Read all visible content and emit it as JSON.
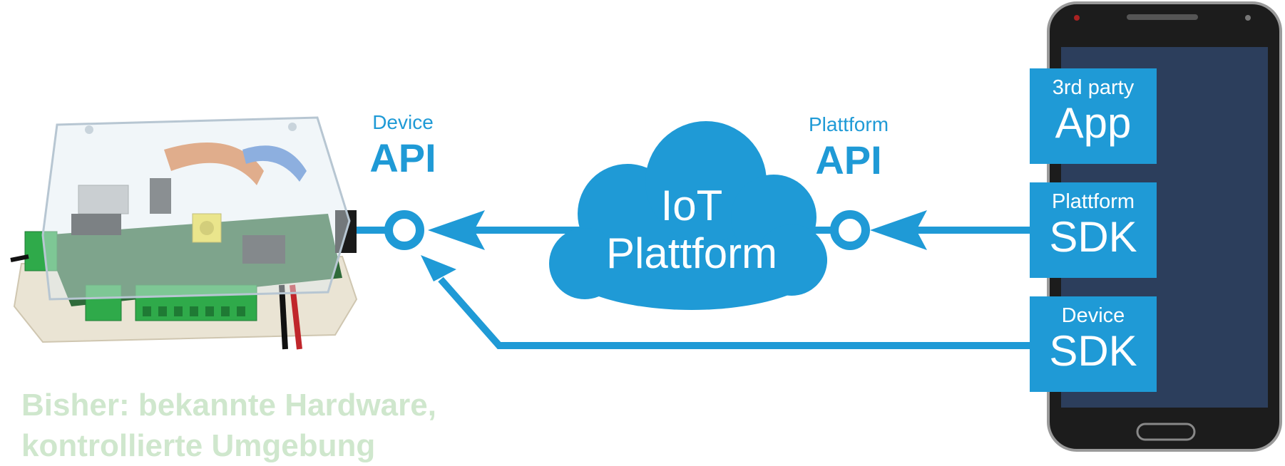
{
  "device_api": {
    "small": "Device",
    "big": "API"
  },
  "platform_api": {
    "small": "Plattform",
    "big": "API"
  },
  "cloud": {
    "line1": "IoT",
    "line2": "Plattform"
  },
  "boxes": [
    {
      "small": "3rd party",
      "big": "App"
    },
    {
      "small": "Plattform",
      "big": "SDK"
    },
    {
      "small": "Device",
      "big": "SDK"
    }
  ],
  "caption": {
    "line1": "Bisher: bekannte Hardware,",
    "line2": "kontrollierte Umgebung"
  },
  "colors": {
    "accent": "#1f9ad6",
    "caption": "#cfe7cd",
    "phone_frame": "#1c1c1c",
    "phone_screen": "#2c3e5c"
  }
}
